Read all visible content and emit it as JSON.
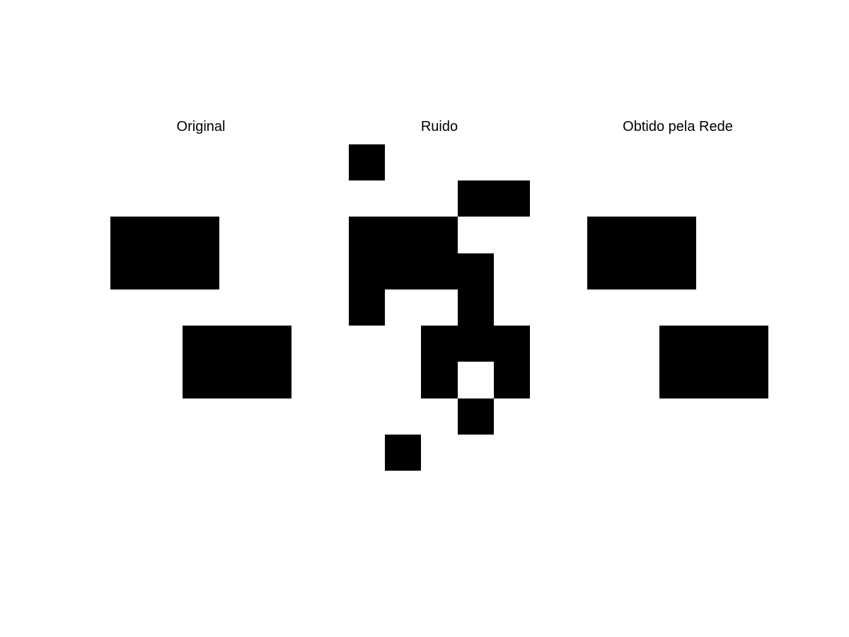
{
  "figure": {
    "rows": 9,
    "cols": 5,
    "colors": {
      "on": "#000000",
      "off": "#ffffff"
    },
    "panels": [
      {
        "title": "Original",
        "grid": [
          [
            0,
            0,
            0,
            0,
            0
          ],
          [
            0,
            0,
            0,
            0,
            0
          ],
          [
            1,
            1,
            1,
            0,
            0
          ],
          [
            1,
            1,
            1,
            0,
            0
          ],
          [
            0,
            0,
            0,
            0,
            0
          ],
          [
            0,
            0,
            1,
            1,
            1
          ],
          [
            0,
            0,
            1,
            1,
            1
          ],
          [
            0,
            0,
            0,
            0,
            0
          ],
          [
            0,
            0,
            0,
            0,
            0
          ]
        ]
      },
      {
        "title": "Ruido",
        "grid": [
          [
            1,
            0,
            0,
            0,
            0
          ],
          [
            0,
            0,
            0,
            1,
            1
          ],
          [
            1,
            1,
            1,
            0,
            0
          ],
          [
            1,
            1,
            1,
            1,
            0
          ],
          [
            1,
            0,
            0,
            1,
            0
          ],
          [
            0,
            0,
            1,
            1,
            1
          ],
          [
            0,
            0,
            1,
            0,
            1
          ],
          [
            0,
            0,
            0,
            1,
            0
          ],
          [
            0,
            1,
            0,
            0,
            0
          ]
        ]
      },
      {
        "title": "Obtido pela Rede",
        "grid": [
          [
            0,
            0,
            0,
            0,
            0
          ],
          [
            0,
            0,
            0,
            0,
            0
          ],
          [
            1,
            1,
            1,
            0,
            0
          ],
          [
            1,
            1,
            1,
            0,
            0
          ],
          [
            0,
            0,
            0,
            0,
            0
          ],
          [
            0,
            0,
            1,
            1,
            1
          ],
          [
            0,
            0,
            1,
            1,
            1
          ],
          [
            0,
            0,
            0,
            0,
            0
          ],
          [
            0,
            0,
            0,
            0,
            0
          ]
        ]
      }
    ]
  }
}
